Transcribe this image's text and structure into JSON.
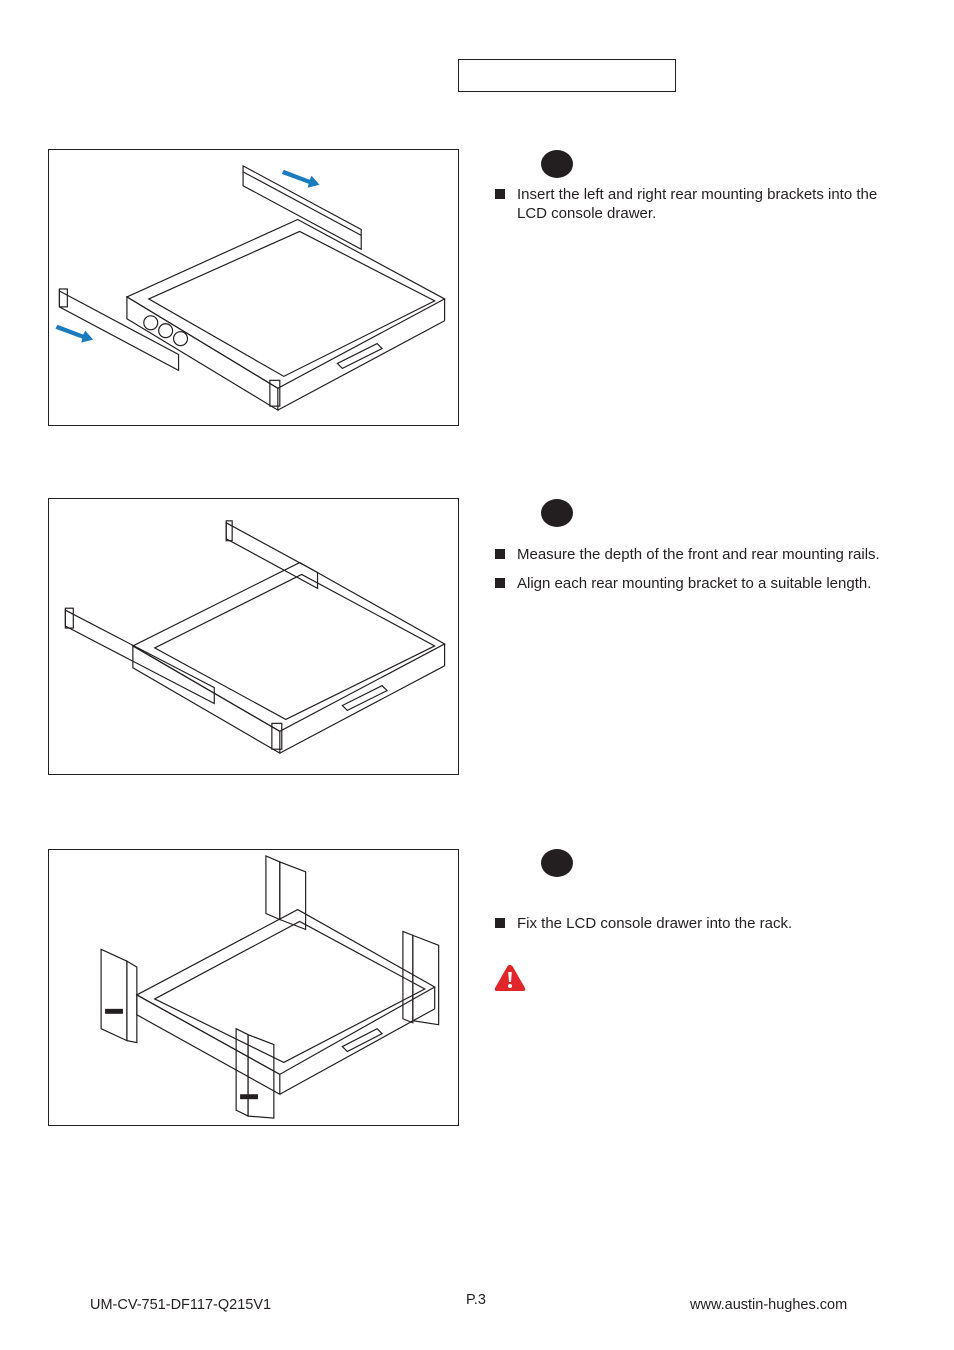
{
  "steps": [
    {
      "bullets": [
        "Insert the left and right rear mounting brackets into the LCD console drawer."
      ]
    },
    {
      "bullets": [
        "Measure the depth of the front and rear mounting rails.",
        "Align each rear mounting bracket to a suitable length."
      ]
    },
    {
      "bullets": [
        "Fix the LCD console drawer into the rack."
      ]
    }
  ],
  "footer": {
    "doc_code": "UM-CV-751-DF117-Q215V1",
    "page": "P.3",
    "website": "www.austin-hughes.com"
  },
  "colors": {
    "arrow": "#1a7bbf",
    "warning": "#e0262b",
    "ink": "#231f20"
  }
}
